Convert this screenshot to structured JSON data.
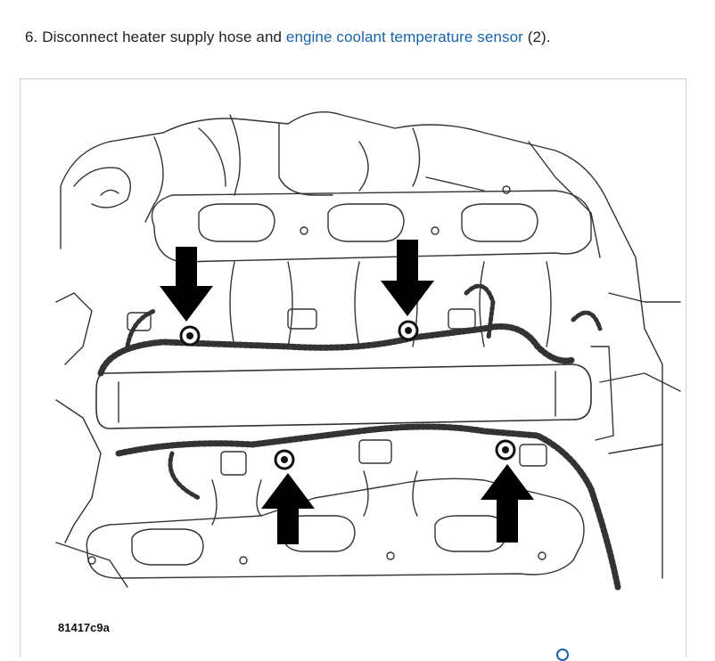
{
  "instruction": {
    "prefix": "6. Disconnect heater supply hose and ",
    "link_text": "engine coolant temperature sensor",
    "suffix": " (2)."
  },
  "figure": {
    "id_label": "81417c9a",
    "arrow_color": "#000000",
    "line_color": "#333333"
  },
  "colors": {
    "link": "#1a63a8",
    "text": "#222222"
  }
}
